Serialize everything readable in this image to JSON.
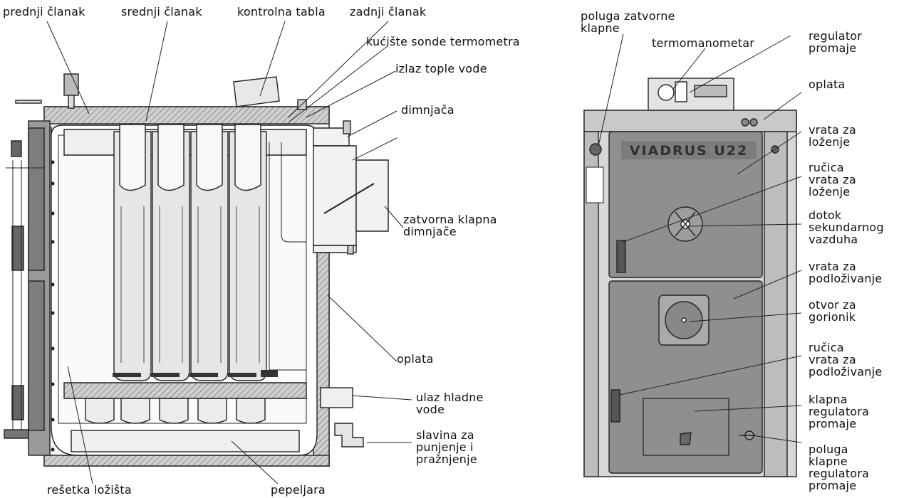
{
  "left_view": {
    "labels": {
      "front_section": "prednji članak",
      "middle_section": "srednji članak",
      "control_panel": "kontrolna tabla",
      "rear_section": "zadnji članak",
      "thermometer_probe_housing": "kućište sonde termometra",
      "hot_water_outlet": "izlaz tople vode",
      "flue": "dimnjača",
      "flue_damper": [
        "zatvorna klapna",
        "dimnjače"
      ],
      "casing": "oplata",
      "cold_water_inlet": [
        "ulaz hladne",
        "vode"
      ],
      "fill_drain_valve": [
        "slavina za",
        "punjenje i",
        "pražnjenje"
      ],
      "grate": "rešetka ložišta",
      "ash_pan": "pepeljara"
    }
  },
  "right_view": {
    "brand_plate": "VIADRUS U22",
    "labels": {
      "damper_lever": [
        "poluga zatvorne",
        "klapne"
      ],
      "thermomanometer": "termomanometar",
      "draught_regulator": [
        "regulator",
        "promaje"
      ],
      "casing": "oplata",
      "fuel_door": [
        "vrata za",
        "loženje"
      ],
      "fuel_door_handle": [
        "ručica",
        "vrata za",
        "loženje"
      ],
      "secondary_air_inlet": [
        "dotok",
        "sekundarnog",
        "vazduha"
      ],
      "ash_door": [
        "vrata za",
        "podloživanje"
      ],
      "burner_opening": [
        "otvor za",
        "gorionik"
      ],
      "ash_door_handle": [
        "ručica",
        "vrata za",
        "podloživanje"
      ],
      "draught_damper": [
        "klapna",
        "regulatora",
        "promaje"
      ],
      "draught_damper_lever": [
        "poluga",
        "klapne",
        "regulatora",
        "promaje"
      ]
    }
  }
}
